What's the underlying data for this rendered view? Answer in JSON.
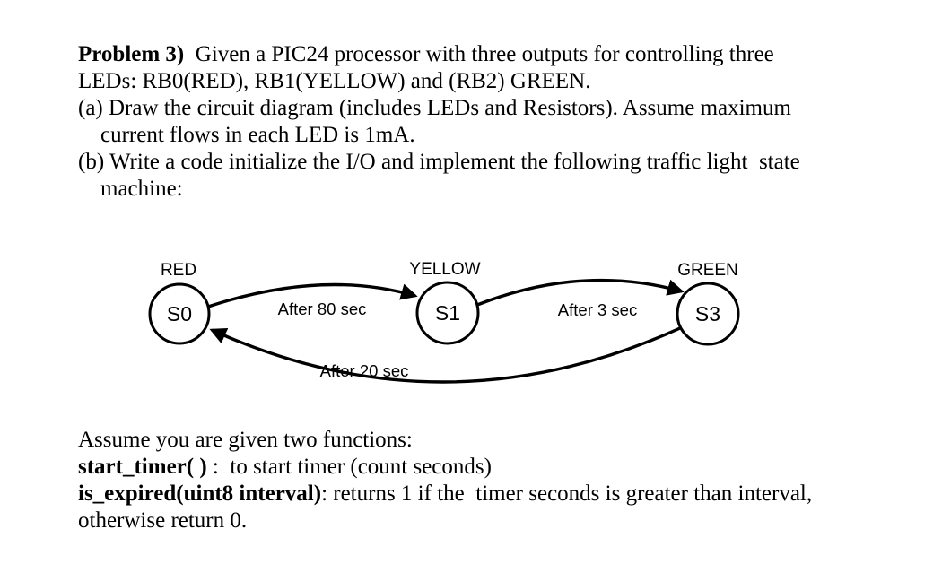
{
  "page": {
    "background": "#ffffff",
    "ink": "#000000"
  },
  "problem": {
    "label": "Problem 3)",
    "line1_rest": "  Given a PIC24 processor with three outputs for controlling three",
    "line2": "LEDs: RB0(RED), RB1(YELLOW) and (RB2) GREEN.",
    "item_a_line1": "(a) Draw the circuit diagram (includes LEDs and Resistors). Assume maximum",
    "item_a_line2": "current flows in each LED is 1mA.",
    "item_b_line1": "(b) Write a code initialize the I/O and implement the following traffic light  state",
    "item_b_line2": "machine:"
  },
  "diagram": {
    "type": "state-machine",
    "states": [
      {
        "id": "S0",
        "color_label": "RED"
      },
      {
        "id": "S1",
        "color_label": "YELLOW"
      },
      {
        "id": "S3",
        "color_label": "GREEN"
      }
    ],
    "transitions": [
      {
        "from": "S0",
        "to": "S1",
        "label": "After 80 sec"
      },
      {
        "from": "S1",
        "to": "S3",
        "label": "After 3 sec"
      },
      {
        "from": "S3",
        "to": "S0",
        "label": "After 20 sec"
      }
    ]
  },
  "functions_note": {
    "intro": "Assume you are given two functions:",
    "fn1_name": "start_timer( )",
    "fn1_rest": " :  to start timer (count seconds)",
    "fn2_name": "is_expired(uint8 interval)",
    "fn2_rest": ": returns 1 if the  timer seconds is greater than interval,",
    "fn2_line2": "otherwise return 0."
  }
}
